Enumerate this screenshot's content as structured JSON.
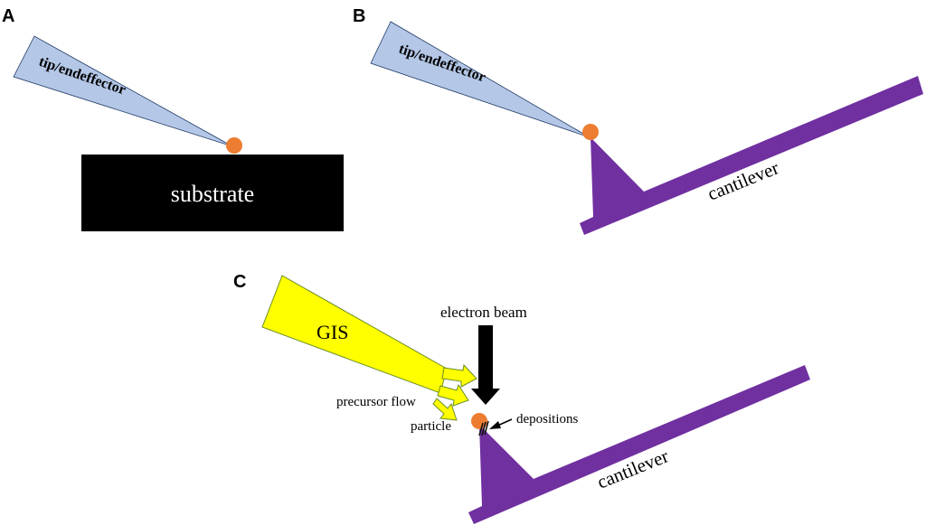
{
  "panels": {
    "a": {
      "letter": "A",
      "tip_label": "tip/endeffector",
      "substrate_label": "substrate"
    },
    "b": {
      "letter": "B",
      "tip_label": "tip/endeffector",
      "cantilever_label": "cantilever"
    },
    "c": {
      "letter": "C",
      "gis_label": "GIS",
      "electron_beam_label": "electron beam",
      "precursor_flow_label": "precursor flow",
      "particle_label": "particle",
      "depositions_label": "depositions",
      "cantilever_label": "cantilever"
    }
  },
  "colors": {
    "tip_fill": "#b4c7e7",
    "particle": "#ed7d31",
    "cantilever": "#7030a0",
    "gis_fill": "#ffff00",
    "substrate": "#000000"
  }
}
